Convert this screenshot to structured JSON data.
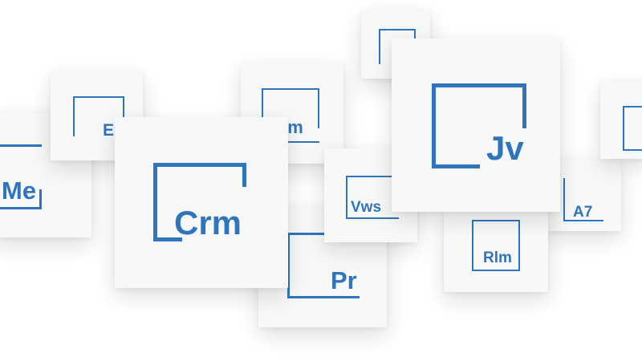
{
  "accent": "#2e75bd",
  "tiles": [
    {
      "name": "tile-me",
      "label": "Me"
    },
    {
      "name": "tile-e",
      "label": "E"
    },
    {
      "name": "tile-am",
      "label": "am"
    },
    {
      "name": "tile-top",
      "label": ""
    },
    {
      "name": "tile-pr",
      "label": "Pr"
    },
    {
      "name": "tile-vws",
      "label": "Vws"
    },
    {
      "name": "tile-rlm",
      "label": "Rlm"
    },
    {
      "name": "tile-a7",
      "label": "A7"
    },
    {
      "name": "tile-right-edge",
      "label": ""
    },
    {
      "name": "tile-crm",
      "label": "Crm"
    },
    {
      "name": "tile-jv",
      "label": "Jv"
    }
  ]
}
